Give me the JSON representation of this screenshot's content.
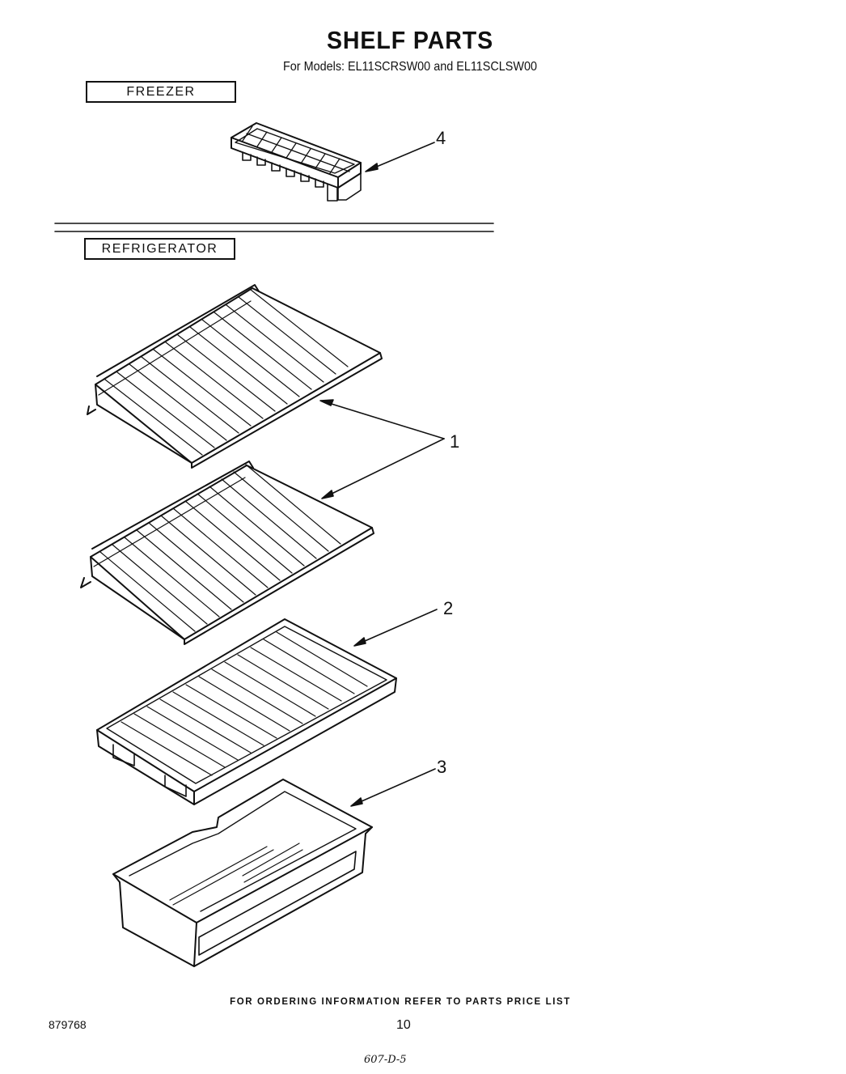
{
  "header": {
    "title": "SHELF PARTS",
    "subtitle": "For Models: EL11SCRSW00  and EL11SCLSW00"
  },
  "sections": {
    "freezer": "FREEZER",
    "refrigerator": "REFRIGERATOR"
  },
  "callouts": {
    "ice_tray": "4",
    "wire_shelf": "1",
    "crisper_cover": "2",
    "crisper_pan": "3"
  },
  "footer": {
    "note": "FOR ORDERING INFORMATION REFER TO PARTS PRICE LIST",
    "doc_number": "879768",
    "page_number": "10",
    "handwritten": "607-D-5"
  }
}
